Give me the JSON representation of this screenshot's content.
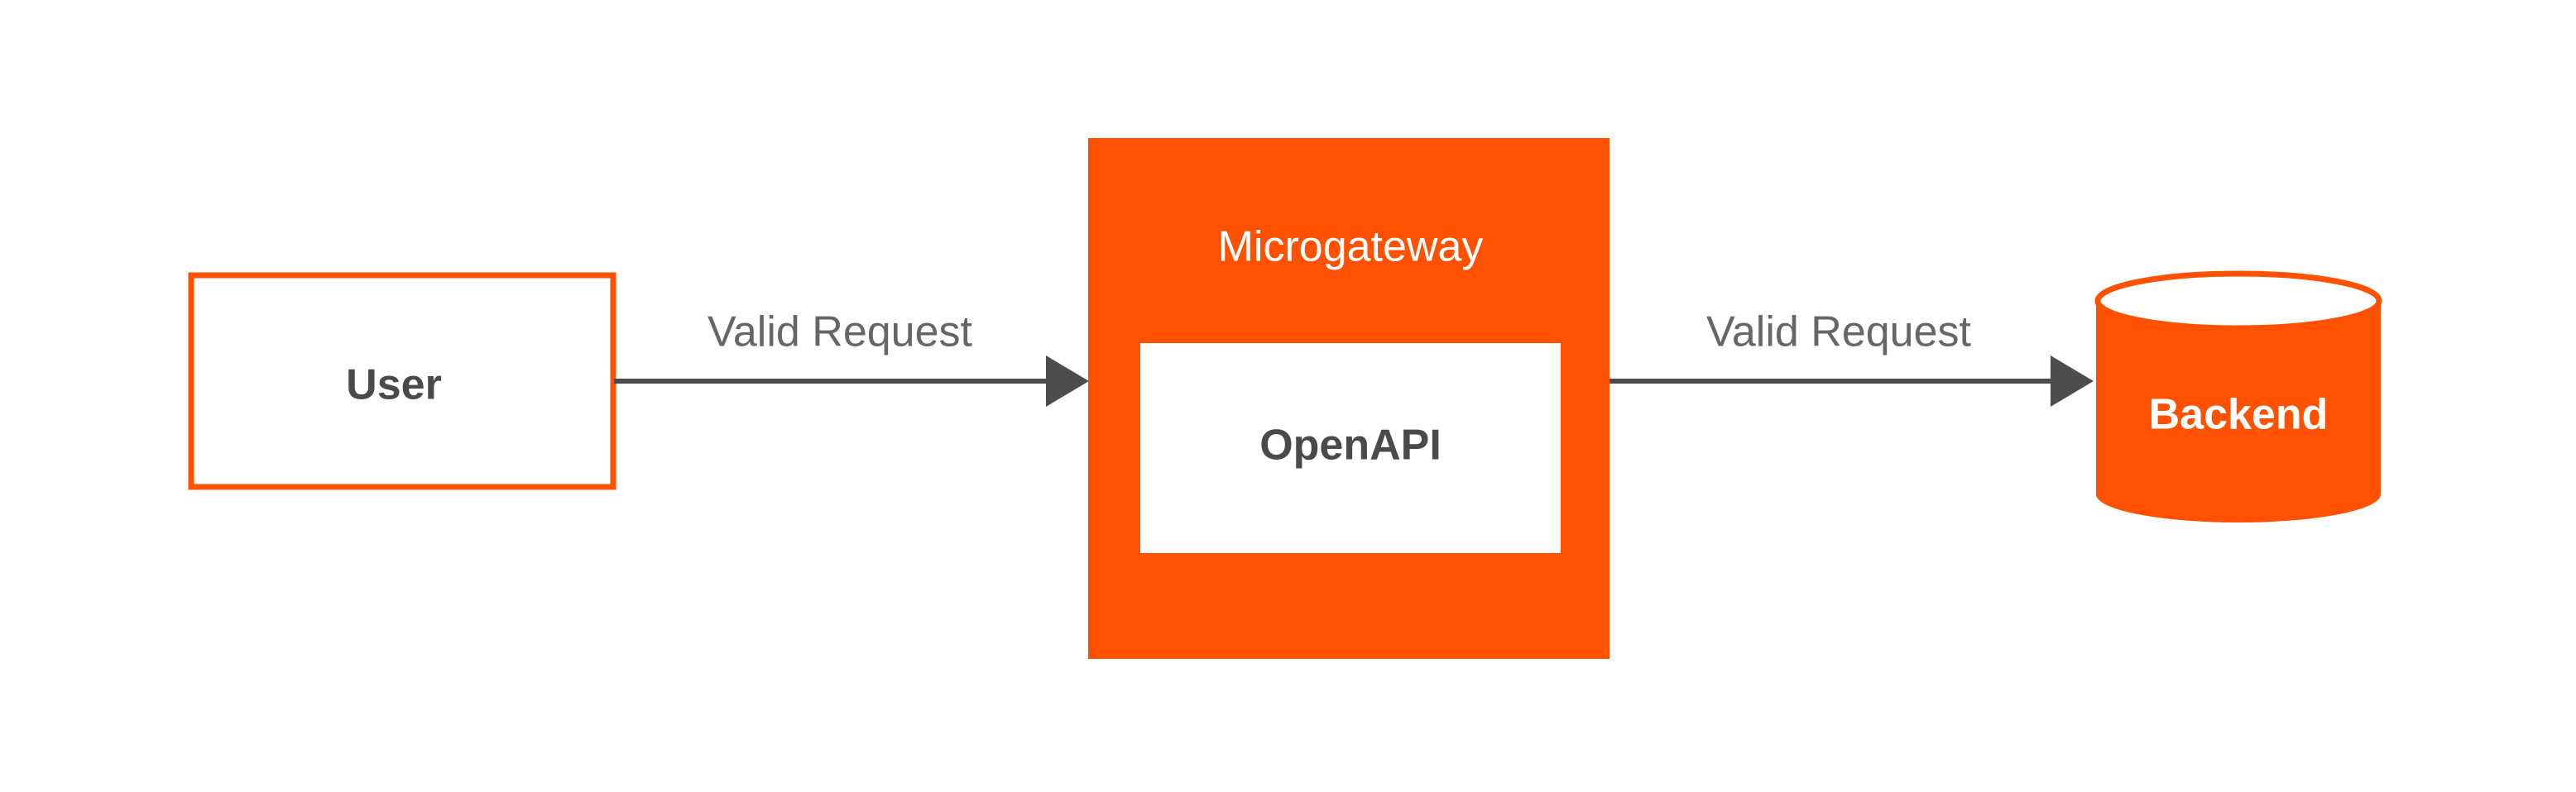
{
  "colors": {
    "accent": "#FF5100",
    "text_dark": "#4A4A4A",
    "text_gray": "#666666",
    "arrow": "#4D4D4D",
    "white": "#FFFFFF"
  },
  "nodes": {
    "user": {
      "label": "User"
    },
    "microgateway": {
      "label": "Microgateway"
    },
    "openapi": {
      "label": "OpenAPI"
    },
    "backend": {
      "label": "Backend"
    }
  },
  "edges": [
    {
      "from": "User",
      "to": "Microgateway",
      "label": "Valid Request"
    },
    {
      "from": "Microgateway",
      "to": "Backend",
      "label": "Valid Request"
    }
  ]
}
